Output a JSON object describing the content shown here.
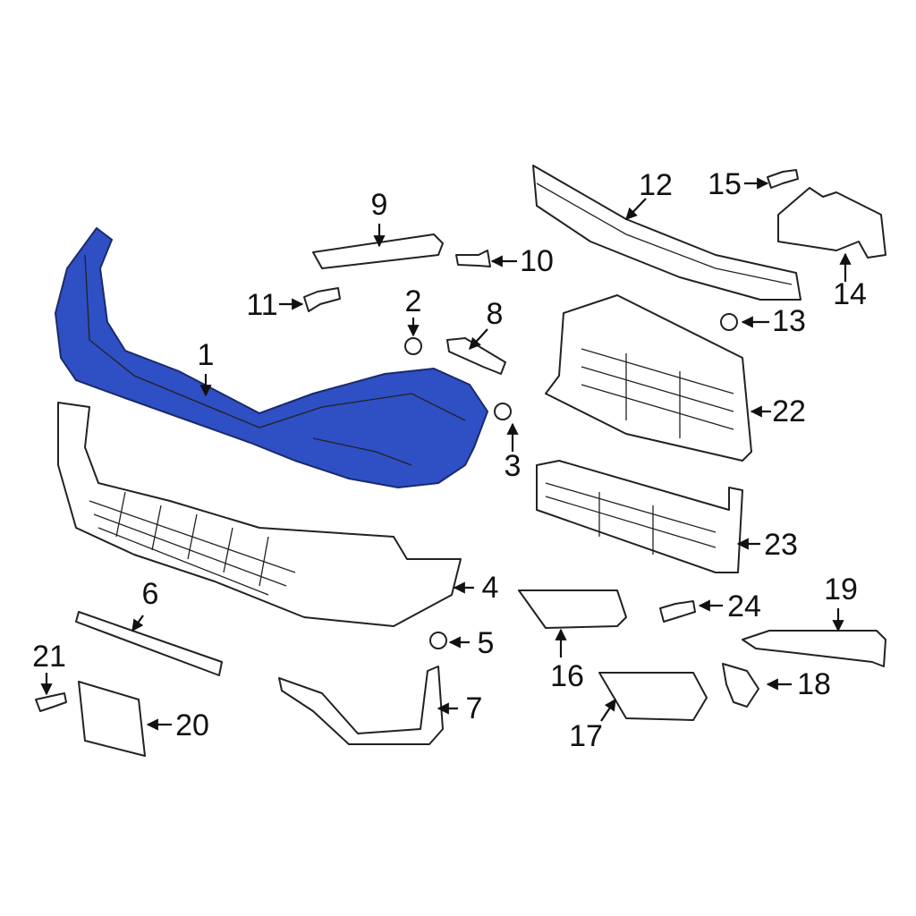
{
  "diagram": {
    "highlight_color": "#2f4fc4",
    "callouts": [
      {
        "n": "1",
        "part": "bumper-cover"
      },
      {
        "n": "2",
        "part": "retainer-clip"
      },
      {
        "n": "3",
        "part": "push-rivet"
      },
      {
        "n": "4",
        "part": "lower-bumper-cover"
      },
      {
        "n": "5",
        "part": "clip"
      },
      {
        "n": "6",
        "part": "trim-strip"
      },
      {
        "n": "7",
        "part": "lower-trim-molding"
      },
      {
        "n": "8",
        "part": "side-bracket"
      },
      {
        "n": "9",
        "part": "upper-retainer"
      },
      {
        "n": "10",
        "part": "bolt"
      },
      {
        "n": "11",
        "part": "bolt"
      },
      {
        "n": "12",
        "part": "impact-bar"
      },
      {
        "n": "13",
        "part": "clip"
      },
      {
        "n": "14",
        "part": "mount-bracket"
      },
      {
        "n": "15",
        "part": "bolt"
      },
      {
        "n": "16",
        "part": "side-grille"
      },
      {
        "n": "17",
        "part": "fog-lamp-bezel"
      },
      {
        "n": "18",
        "part": "fog-lamp-bracket"
      },
      {
        "n": "19",
        "part": "trim-panel"
      },
      {
        "n": "20",
        "part": "license-bracket"
      },
      {
        "n": "21",
        "part": "screw"
      },
      {
        "n": "22",
        "part": "air-deflector"
      },
      {
        "n": "23",
        "part": "shutter-assembly"
      },
      {
        "n": "24",
        "part": "bolt"
      }
    ]
  }
}
